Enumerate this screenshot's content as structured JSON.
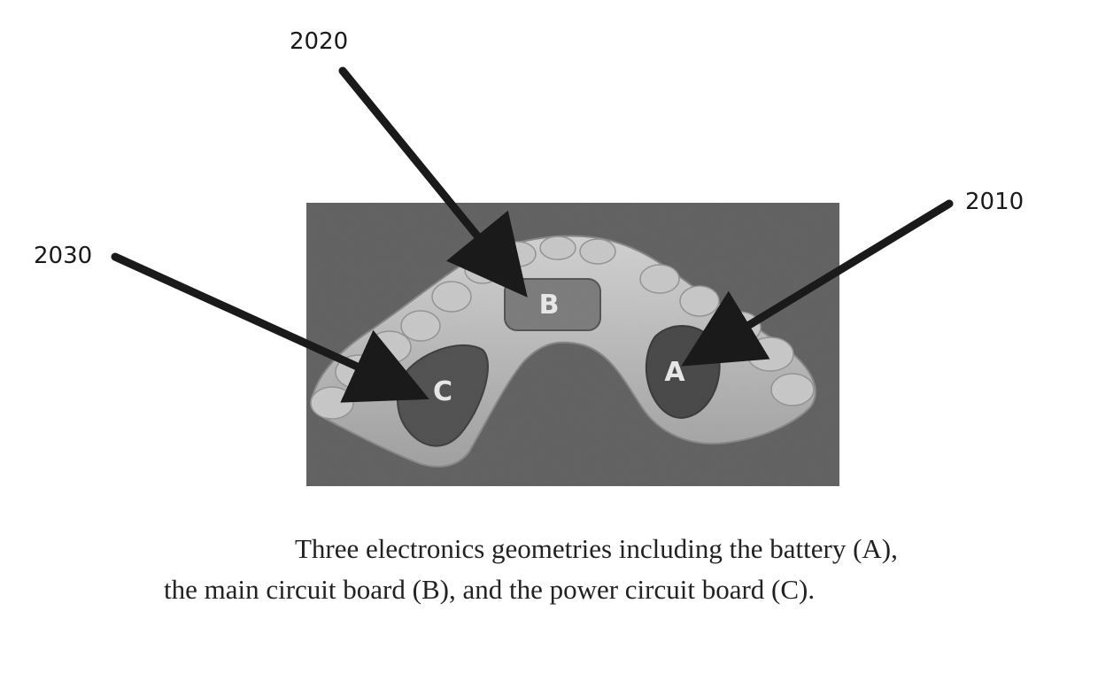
{
  "figure": {
    "reference_labels": {
      "battery_ref": "2010",
      "main_board_ref": "2020",
      "power_board_ref": "2030"
    },
    "region_labels": {
      "battery": "A",
      "main_board": "B",
      "power_board": "C"
    },
    "caption": {
      "line1": "Three electronics geometries including the battery (A),",
      "line2": "the main circuit board (B), and the power circuit board (C)."
    },
    "colors": {
      "photo_background": "#5e5e5e",
      "appliance": "#c9c9c9",
      "pocket": "#4a4a4a",
      "arrow": "#1a1a1a"
    }
  }
}
